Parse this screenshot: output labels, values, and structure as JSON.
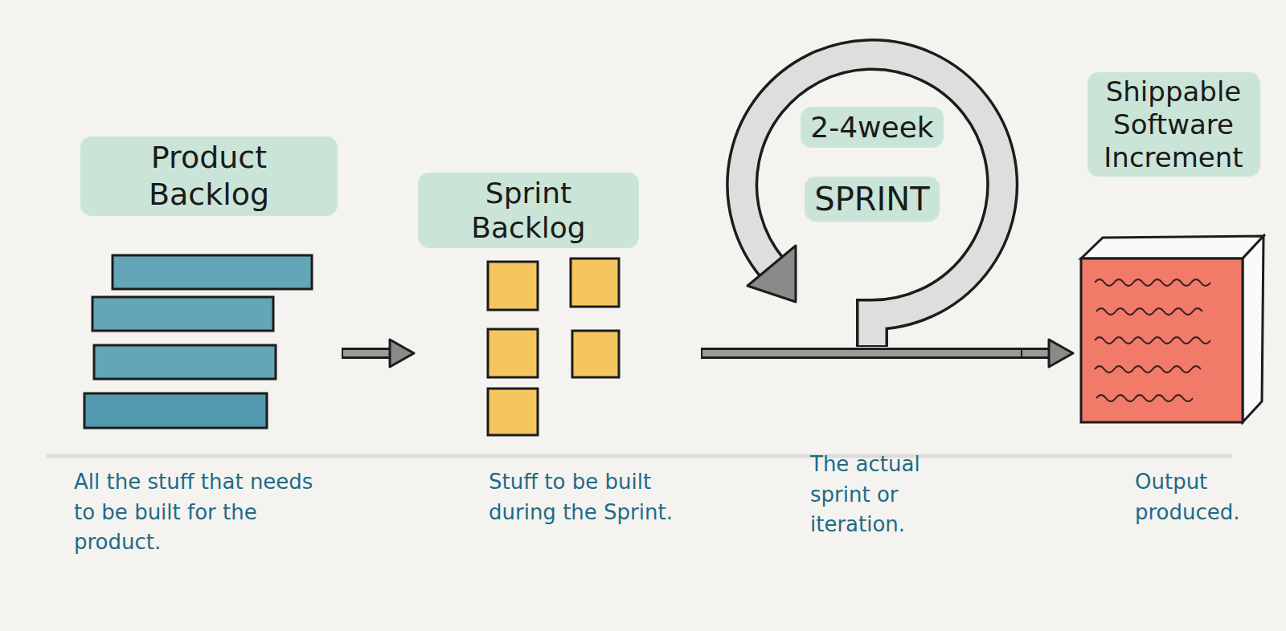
{
  "diagram": {
    "nodes": [
      {
        "text": [
          "Product Backlog"
        ]
      },
      {
        "text": [
          "Sprint Backlog"
        ]
      },
      {
        "text": [
          "2-4week",
          "SPRINT"
        ]
      },
      {
        "text": [
          "Shippable Software Increment"
        ]
      }
    ],
    "edges": [
      {
        "from": 0,
        "to": 1,
        "arrow": "to"
      },
      {
        "from": 2,
        "to": 3,
        "arrow": "to"
      }
    ],
    "labels": [
      "All the stuff that needs to be built for the product.",
      "Stuff to be built during the Sprint.",
      "The actual sprint or iteration.",
      "Output produced."
    ]
  }
}
